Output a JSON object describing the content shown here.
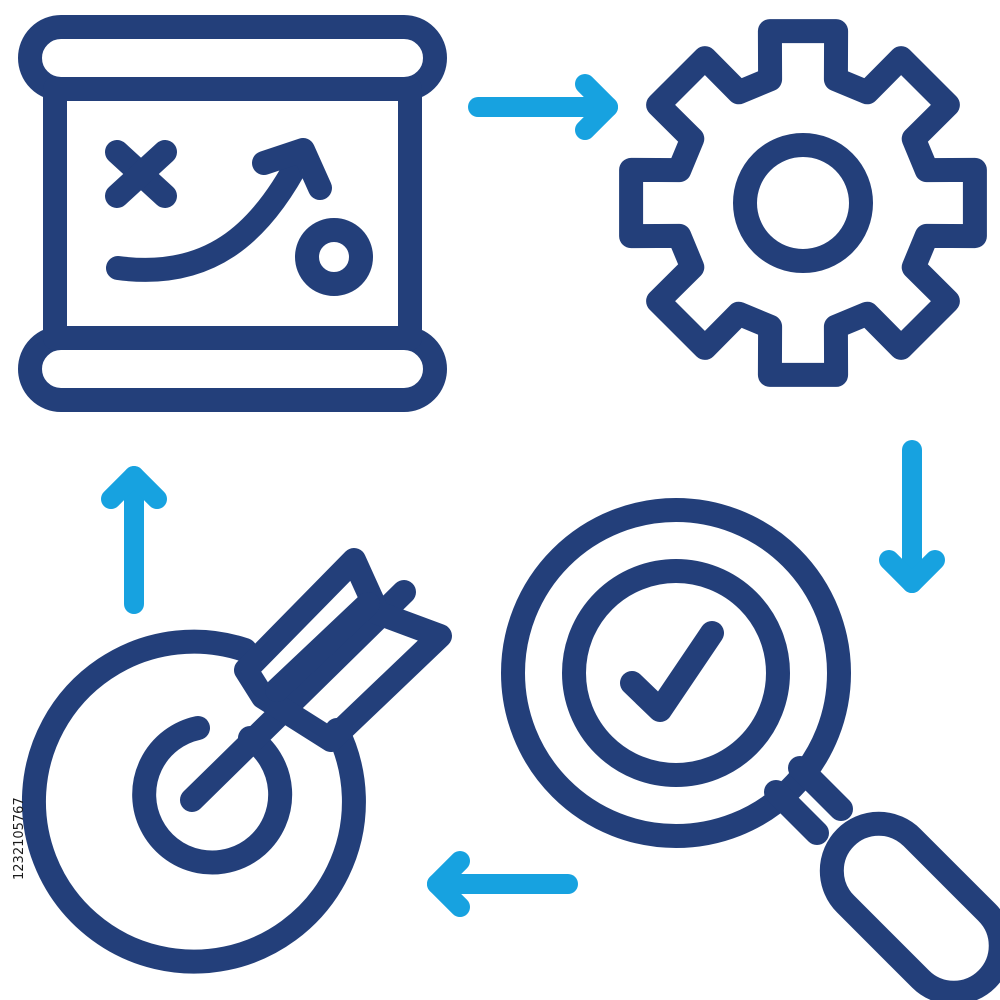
{
  "colors": {
    "icon_stroke": "#233f7a",
    "arrow_stroke": "#17a2e0",
    "background": "#ffffff"
  },
  "icons": [
    "strategy-board-icon",
    "gear-icon",
    "magnifier-check-icon",
    "target-arrow-icon"
  ],
  "arrows": [
    "arrow-right",
    "arrow-down",
    "arrow-left",
    "arrow-up"
  ],
  "stock_id": "1232105767"
}
